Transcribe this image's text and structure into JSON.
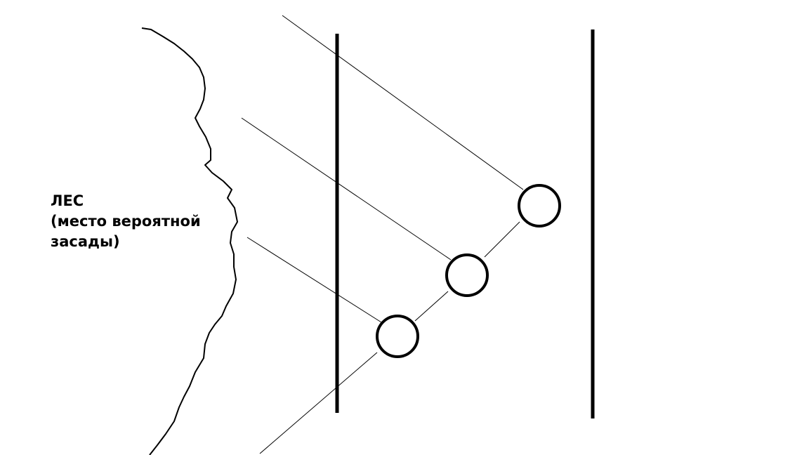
{
  "labels": {
    "forest_title": "ЛЕС",
    "forest_note_line1": "(место вероятной",
    "forest_note_line2": "засады)"
  },
  "colors": {
    "background": "#ffffff",
    "ink": "#000000"
  }
}
